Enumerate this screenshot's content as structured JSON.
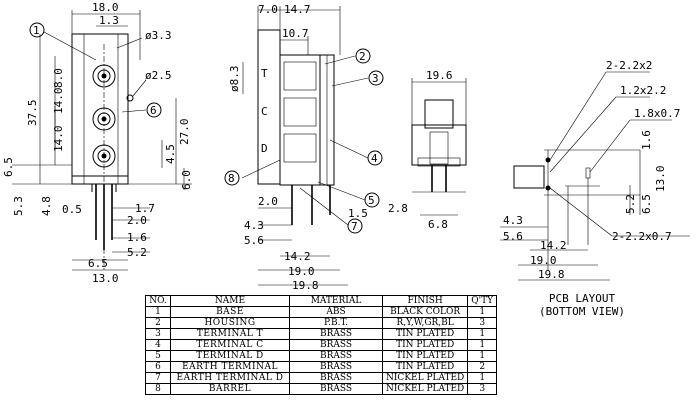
{
  "front": {
    "dims": [
      "18.0",
      "1.3",
      "ø3.3",
      "ø2.5",
      "8.0",
      "14.0",
      "37.5",
      "14.0",
      "27.0",
      "4.5",
      "6.5",
      "6.0",
      "5.3",
      "4.8",
      "0.5",
      "1.7",
      "2.0",
      "1.6",
      "5.2",
      "6.5",
      "13.0"
    ],
    "callouts": [
      "1",
      "6"
    ]
  },
  "side": {
    "dims": [
      "7.0",
      "14.7",
      "10.7",
      "ø8.3",
      "2.0",
      "4.3",
      "5.6",
      "1.5",
      "14.2",
      "19.0",
      "19.8"
    ],
    "letters": [
      "T",
      "C",
      "D"
    ],
    "callouts": [
      "2",
      "3",
      "4",
      "8",
      "5",
      "7"
    ]
  },
  "end": {
    "dims": [
      "19.6",
      "2.8",
      "6.8"
    ]
  },
  "pcb": {
    "dims": [
      "2-2.2x2",
      "1.2x2.2",
      "1.8x0.7",
      "1.6",
      "13.0",
      "5.2",
      "6.5",
      "4.3",
      "5.6",
      "2-2.2x0.7",
      "14.2",
      "19.0",
      "19.8"
    ],
    "title_line1": "PCB LAYOUT",
    "title_line2": "(BOTTOM VIEW)"
  },
  "bom": {
    "headers": [
      "NO.",
      "NAME",
      "MATERIAL",
      "FINISH",
      "Q'TY"
    ],
    "rows": [
      [
        "1",
        "BASE",
        "ABS",
        "BLACK COLOR",
        "1"
      ],
      [
        "2",
        "HOUSING",
        "P.B.T.",
        "R,Y,W,GR,BL",
        "3"
      ],
      [
        "3",
        "TERMINAL T",
        "BRASS",
        "TIN PLATED",
        "1"
      ],
      [
        "4",
        "TERMINAL C",
        "BRASS",
        "TIN PLATED",
        "1"
      ],
      [
        "5",
        "TERMINAL D",
        "BRASS",
        "TIN PLATED",
        "1"
      ],
      [
        "6",
        "EARTH TERMINAL",
        "BRASS",
        "TIN PLATED",
        "2"
      ],
      [
        "7",
        "EARTH TERMINAL D",
        "BRASS",
        "NICKEL PLATED",
        "1"
      ],
      [
        "8",
        "BARREL",
        "BRASS",
        "NICKEL PLATED",
        "3"
      ]
    ]
  }
}
